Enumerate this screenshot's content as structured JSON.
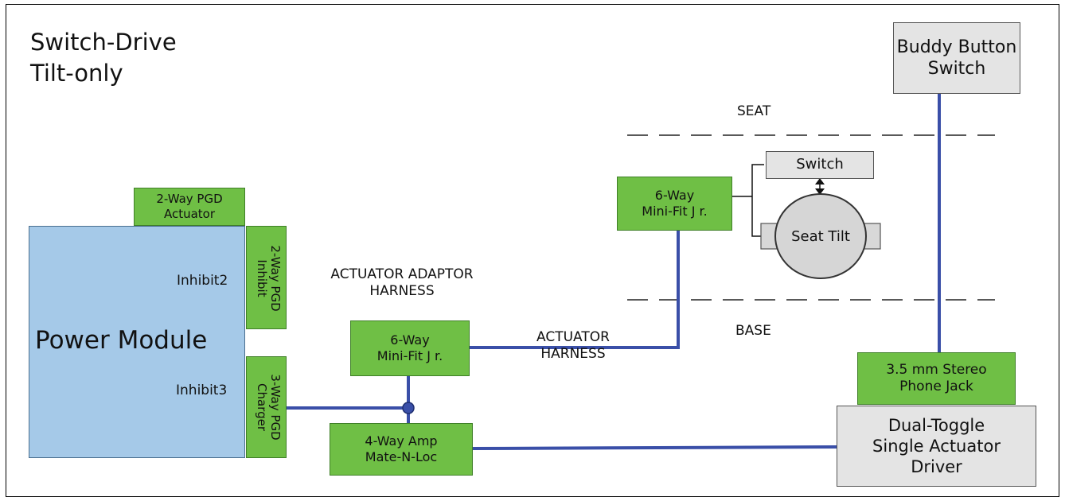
{
  "title": {
    "line1": "Switch-Drive",
    "line2": "Tilt-only"
  },
  "zones": {
    "seat": "SEAT",
    "base": "BASE"
  },
  "power_module": {
    "label": "Power Module",
    "inhibit2": "Inhibit2",
    "inhibit3": "Inhibit3"
  },
  "connectors": {
    "pgd_actuator": "2-Way PGD\nActuator",
    "pgd_inhibit": "2-Way PGD\nInhibit",
    "pgd_charger": "3-Way PGD\nCharger",
    "minifit_lower": "6-Way\nMini-Fit J r.",
    "minifit_upper": "6-Way\nMini-Fit J r.",
    "amp": "4-Way Amp\nMate-N-Loc",
    "jack": "3.5 mm Stereo\nPhone Jack"
  },
  "devices": {
    "buddy": "Buddy Button\nSwitch",
    "driver": "Dual-Toggle\nSingle Actuator\nDriver",
    "switch": "Switch",
    "seat_tilt": "Seat Tilt"
  },
  "harness_labels": {
    "adaptor": "ACTUATOR ADAPTOR\nHARNESS",
    "actuator": "ACTUATOR\nHARNESS"
  },
  "colors": {
    "wire": "#3a4fa8",
    "connector_green": "#6fbf45",
    "module_blue": "#a5c9e8",
    "device_gray": "#e4e4e4"
  }
}
